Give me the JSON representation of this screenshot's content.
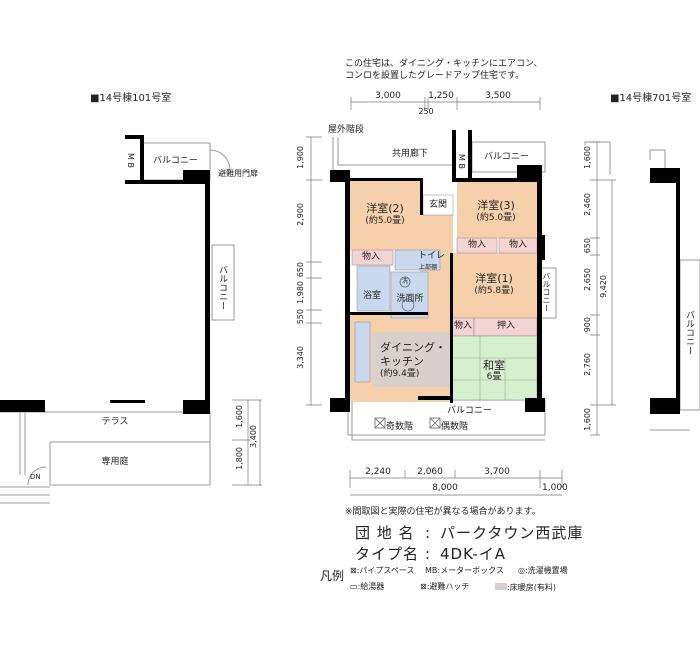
{
  "note_top": [
    "この住宅は、ダイニング・キッチンにエアコン、",
    "コンロを設置したグレードアップ住宅です。"
  ],
  "unit_101": {
    "title": "■14号棟101号室",
    "mb": "M B",
    "balcony": "バルコニー",
    "escape_gate": "避難用門扉",
    "side_balcony": "バルコニー",
    "terrace": "テラス",
    "private_garden": "専用庭",
    "dn": "DN",
    "dims": [
      "1,600",
      "1,800",
      "3,400"
    ]
  },
  "unit_701": {
    "title": "■14号棟701号室",
    "side_balcony": "バルコニー"
  },
  "main_plan": {
    "outdoor_stairs": "屋外階段",
    "corridor": "共用廊下",
    "mb": "M B",
    "top_balcony": "バルコニー",
    "entrance": "玄関",
    "rooms": {
      "western2": {
        "name": "洋室(2)",
        "size": "(約5.0畳)"
      },
      "western3": {
        "name": "洋室(3)",
        "size": "(約5.0畳)"
      },
      "western1": {
        "name": "洋室(1)",
        "size": "(約5.8畳)"
      },
      "dk": {
        "name1": "ダイニング・",
        "name2": "キッチン",
        "size": "(約9.4畳)"
      },
      "washitsu": {
        "name": "和室",
        "size": "6畳"
      },
      "bath": "浴室",
      "washroom": "洗面所",
      "toilet": "トイレ",
      "toilet_sub": "上部棚",
      "wash_mark": "洗",
      "closet": "物入",
      "oshiire": "押入"
    },
    "bottom_balcony": "バルコニー",
    "odd_floor": "奇数階",
    "even_floor": "偶数階",
    "side_balcony": "バルコニー",
    "dims_top": [
      "3,000",
      "1,250",
      "3,500",
      "250"
    ],
    "dims_left": [
      "1,900",
      "2,900",
      "650",
      "1,980",
      "550",
      "3,340"
    ],
    "dims_right": [
      "1,600",
      "2,460",
      "650",
      "2,650",
      "900",
      "2,760",
      "1,600",
      "9,420"
    ],
    "dims_bottom": [
      "2,240",
      "2,060",
      "3,700",
      "8,000",
      "1,000"
    ]
  },
  "disclaimer": "※間取図と実際の住宅が異なる場合があります。",
  "info": {
    "complex_label": "団 地 名",
    "complex_value": "パークタウン西武庫",
    "type_label": "タイプ名",
    "type_value": "4DK-イA",
    "sep": ":"
  },
  "legend": {
    "title": "凡例",
    "items": [
      ":パイプスペース",
      "MB:メーターボックス",
      ":洗濯機置場",
      ":給湯器",
      ":避難ハッチ",
      ":床暖房(有料)"
    ]
  },
  "colors": {
    "western": "#f6cfab",
    "closet": "#f6d3d3",
    "wet": "#c9d8ee",
    "washitsu": "#d6efcf",
    "floor_heat": "#d9cfcb",
    "wall": "#000000"
  }
}
